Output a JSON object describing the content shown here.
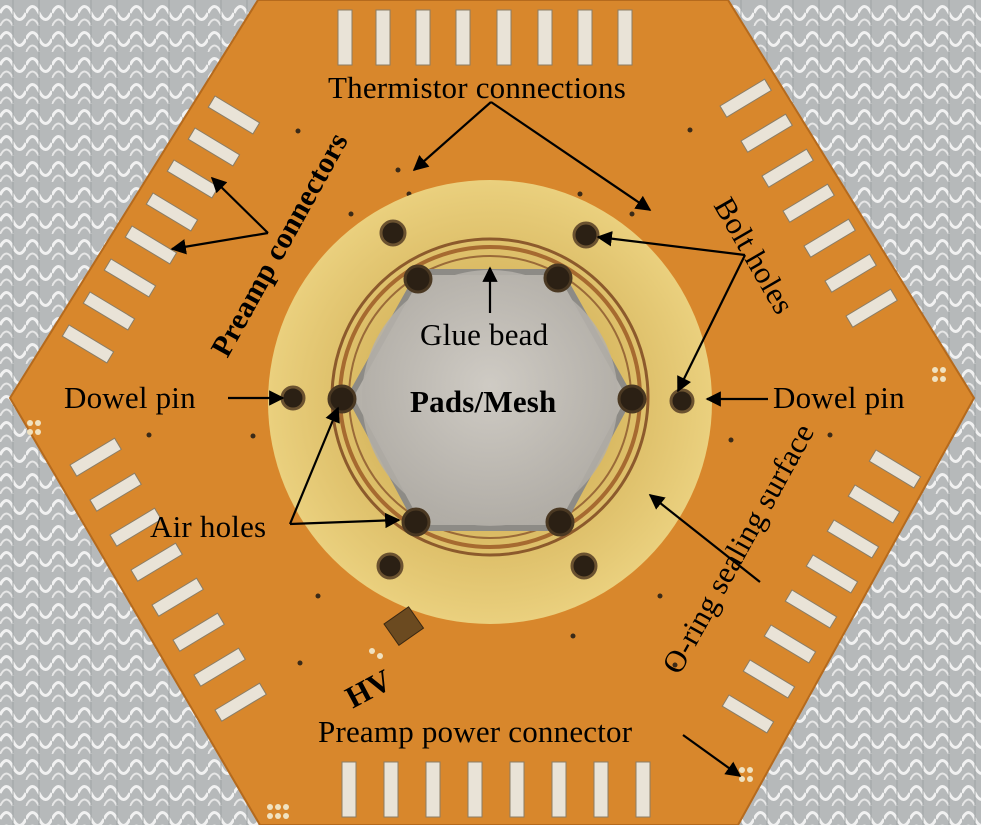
{
  "labels": {
    "thermistor": "Thermistor connections",
    "preamp_connectors": "Preamp connectors",
    "bolt_holes": "Bolt holes",
    "glue_bead": "Glue bead",
    "dowel_pin_left": "Dowel pin",
    "dowel_pin_right": "Dowel pin",
    "pads_mesh": "Pads/Mesh",
    "air_holes": "Air holes",
    "oring": "O-ring sealing surface",
    "hv": "HV",
    "preamp_power": "Preamp power connector"
  },
  "colors": {
    "board": "#d8872c",
    "ring": "#e4c774",
    "center": "#c2bfb9",
    "background": "#b9bcbd",
    "grid": "#f2f2f2"
  }
}
